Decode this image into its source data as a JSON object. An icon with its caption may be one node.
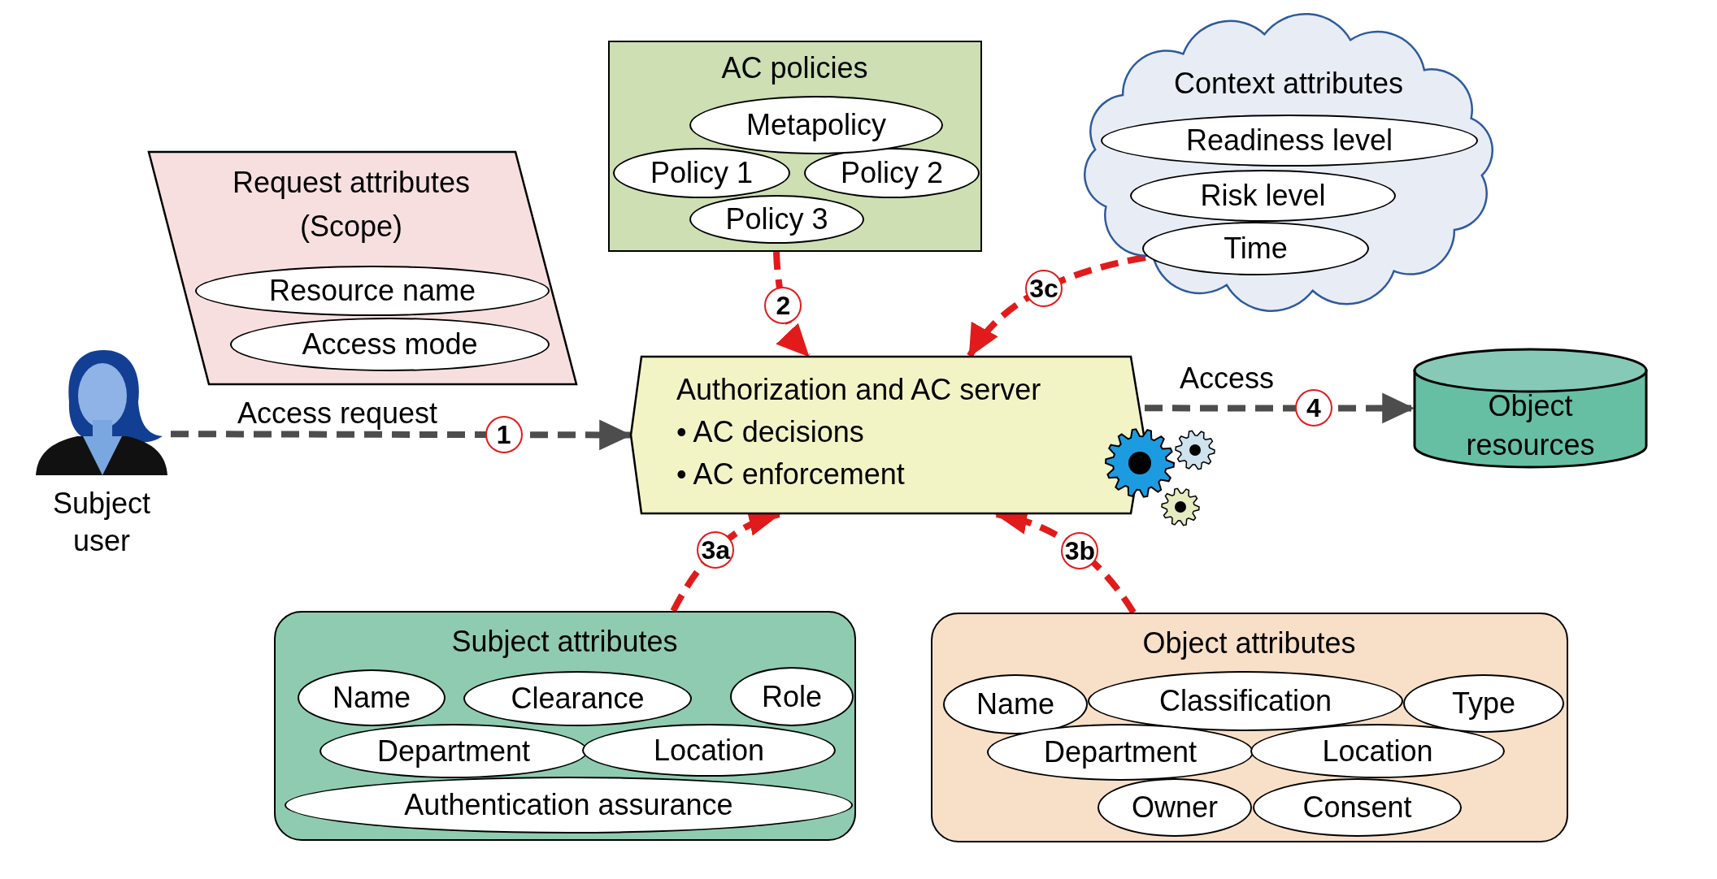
{
  "diagram": {
    "nodes": [
      {
        "text": [
          "Subject user"
        ]
      },
      {
        "text": [
          "Request attributes (Scope)"
        ]
      },
      {
        "text": [
          "Resource name"
        ],
        "in": 1
      },
      {
        "text": [
          "Access mode"
        ],
        "in": 1
      },
      {
        "text": [
          "AC policies"
        ]
      },
      {
        "text": [
          "Metapolicy"
        ],
        "in": 4
      },
      {
        "text": [
          "Policy 1"
        ],
        "in": 4
      },
      {
        "text": [
          "Policy 2"
        ],
        "in": 4
      },
      {
        "text": [
          "Policy 3"
        ],
        "in": 4
      },
      {
        "text": [
          "Context attributes"
        ]
      },
      {
        "text": [
          "Readiness level"
        ],
        "in": 9
      },
      {
        "text": [
          "Risk level"
        ],
        "in": 9
      },
      {
        "text": [
          "Time"
        ],
        "in": 9
      },
      {
        "text": [
          "Authorization and AC server",
          "• AC decisions",
          "• AC enforcement"
        ]
      },
      {
        "text": [
          "Object resources"
        ]
      },
      {
        "text": [
          "Subject attributes"
        ]
      },
      {
        "text": [
          "Name"
        ],
        "in": 15
      },
      {
        "text": [
          "Clearance"
        ],
        "in": 15
      },
      {
        "text": [
          "Role"
        ],
        "in": 15
      },
      {
        "text": [
          "Department"
        ],
        "in": 15
      },
      {
        "text": [
          "Location"
        ],
        "in": 15
      },
      {
        "text": [
          "Authentication assurance"
        ],
        "in": 15
      },
      {
        "text": [
          "Object attributes"
        ]
      },
      {
        "text": [
          "Name"
        ],
        "in": 22
      },
      {
        "text": [
          "Classification"
        ],
        "in": 22
      },
      {
        "text": [
          "Type"
        ],
        "in": 22
      },
      {
        "text": [
          "Department"
        ],
        "in": 22
      },
      {
        "text": [
          "Location"
        ],
        "in": 22
      },
      {
        "text": [
          "Owner"
        ],
        "in": 22
      },
      {
        "text": [
          "Consent"
        ],
        "in": 22
      }
    ],
    "edges": [
      {
        "from": 0,
        "to": 13,
        "arrow": "to",
        "label": "1",
        "style": "dashed",
        "color": "#4d4d4d"
      },
      {
        "from": 4,
        "to": 13,
        "arrow": "to",
        "label": "2",
        "style": "dashed"
      },
      {
        "from": 9,
        "to": 13,
        "arrow": "to",
        "label": "3c",
        "style": "dashed"
      },
      {
        "from": 15,
        "to": 13,
        "arrow": "to",
        "label": "3a",
        "style": "dashed"
      },
      {
        "from": 22,
        "to": 13,
        "arrow": "to",
        "label": "3b",
        "style": "dashed"
      },
      {
        "from": 13,
        "to": 14,
        "arrow": "to",
        "label": "4",
        "style": "dashed",
        "color": "#4d4d4d"
      }
    ],
    "labels": [
      "Access request",
      "Access"
    ]
  }
}
